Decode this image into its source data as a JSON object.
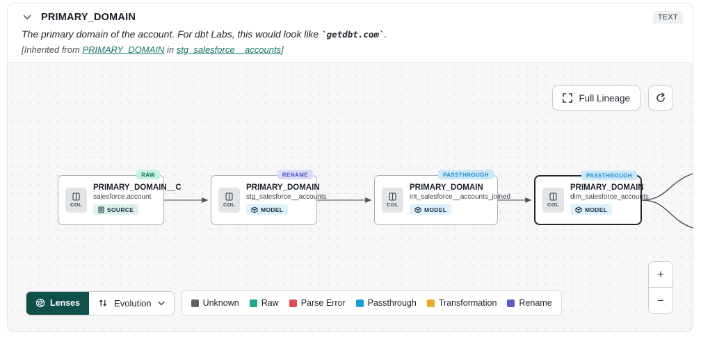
{
  "header": {
    "title": "PRIMARY_DOMAIN",
    "type_badge": "TEXT",
    "description": {
      "prefix": "The primary domain of the account. For dbt Labs, this would look like ",
      "code": "`getdbt.com`",
      "suffix": "."
    },
    "inherited": {
      "prefix": "[Inherited from ",
      "column_link": "PRIMARY_DOMAIN",
      "middle": " in ",
      "model_link": "stg_salesforce__accounts",
      "suffix": "]"
    }
  },
  "canvas_toolbar": {
    "full_lineage_label": "Full Lineage"
  },
  "nodes": [
    {
      "badge": "RAW",
      "col_label": "COL",
      "title": "PRIMARY_DOMAIN__C",
      "subtitle": "salesforce.account",
      "resource_label": "SOURCE"
    },
    {
      "badge": "RENAME",
      "col_label": "COL",
      "title": "PRIMARY_DOMAIN",
      "subtitle": "stg_salesforce__accounts",
      "resource_label": "MODEL"
    },
    {
      "badge": "PASSTHROUGH",
      "col_label": "COL",
      "title": "PRIMARY_DOMAIN",
      "subtitle": "int_salesforce__accounts_joined",
      "resource_label": "MODEL"
    },
    {
      "badge": "PASSTHROUGH",
      "col_label": "COL",
      "title": "PRIMARY_DOMAIN",
      "subtitle": "dim_salesforce_accounts",
      "resource_label": "MODEL"
    }
  ],
  "lenses": {
    "label": "Lenses",
    "selected": "Evolution"
  },
  "legend": {
    "items": [
      {
        "label": "Unknown",
        "color": "#5f6368"
      },
      {
        "label": "Raw",
        "color": "#1aab8b"
      },
      {
        "label": "Parse Error",
        "color": "#e5484d"
      },
      {
        "label": "Passthrough",
        "color": "#189fd6"
      },
      {
        "label": "Transformation",
        "color": "#f0a728"
      },
      {
        "label": "Rename",
        "color": "#5a5ad0"
      }
    ]
  },
  "zoom_controls": {
    "zoom_in": "+",
    "zoom_out": "−"
  }
}
